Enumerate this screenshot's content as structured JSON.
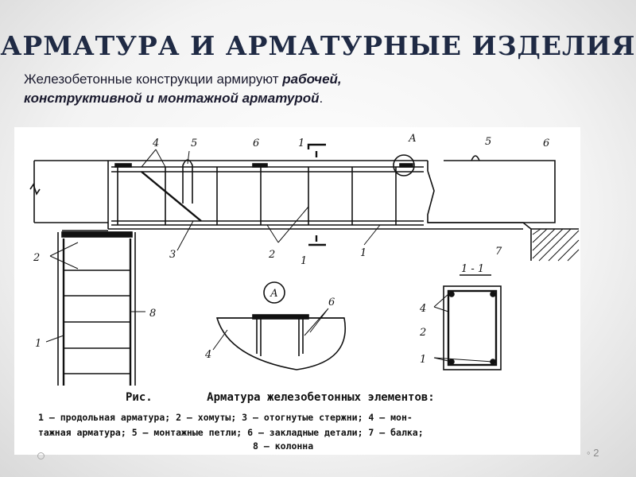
{
  "slide": {
    "title": "АРМАТУРА И АРМАТУРНЫЕ ИЗДЕЛИЯ",
    "subtitle_plain": "Железобетонные конструкции армируют ",
    "subtitle_emph1": "рабочей,",
    "subtitle_emph2": "конструктивной и монтажной арматурой",
    "subtitle_end": ".",
    "page_number": "2"
  },
  "figure": {
    "labels": {
      "l1": "1",
      "l2": "2",
      "l3": "3",
      "l4": "4",
      "l5": "5",
      "l6": "6",
      "l7": "7",
      "l8": "8",
      "sec": "1",
      "sec_detail": "А",
      "sec_title": "1 - 1"
    },
    "caption": {
      "head_ris": "Рис.",
      "head_text": "Арматура железобетонных элементов:",
      "line1": "1 — продольная арматура; 2 — хомуты; 3 — отогнутые стержни; 4 — мон-",
      "line2": "тажная арматура; 5 — монтажные петли; 6 — закладные детали; 7 — балка;",
      "line3": "8 — колонна"
    }
  }
}
